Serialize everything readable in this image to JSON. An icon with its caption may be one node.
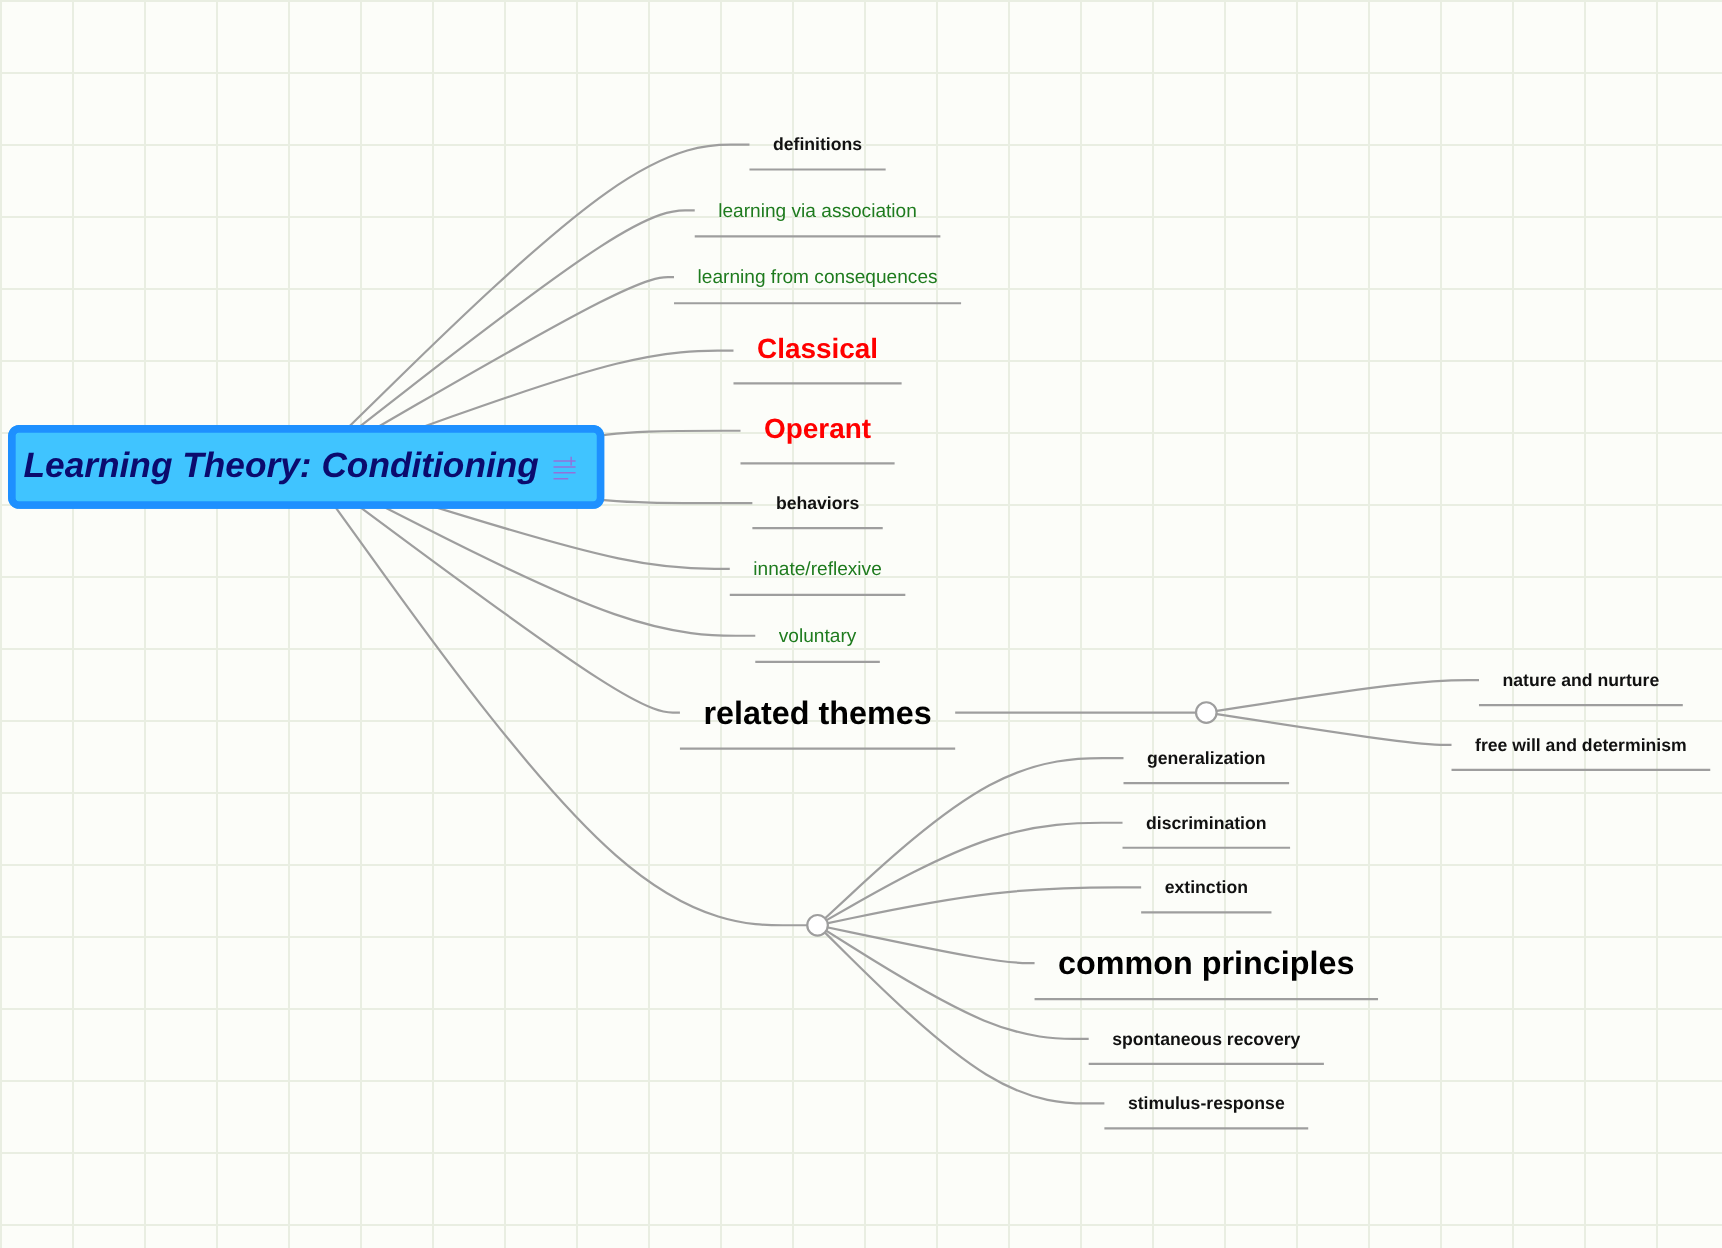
{
  "diagram": {
    "nodes": [
      {
        "text": [
          "Learning Theory: Conditioning"
        ]
      },
      {
        "text": [
          "definitions"
        ]
      },
      {
        "text": [
          "learning via association"
        ]
      },
      {
        "text": [
          "learning from consequences"
        ]
      },
      {
        "text": [
          "Classical"
        ]
      },
      {
        "text": [
          "Operant"
        ]
      },
      {
        "text": [
          "behaviors"
        ]
      },
      {
        "text": [
          "innate/reflexive"
        ]
      },
      {
        "text": [
          "voluntary"
        ]
      },
      {
        "text": [
          "nature and nurture"
        ]
      },
      {
        "text": [
          "related themes"
        ]
      },
      {
        "text": [
          "free will and determinism"
        ]
      },
      {
        "text": [],
        "shape": "circle"
      },
      {
        "text": [
          "generalization"
        ]
      },
      {
        "text": [
          "discrimination"
        ]
      },
      {
        "text": [
          "extinction"
        ]
      },
      {
        "text": [
          "common principles"
        ]
      },
      {
        "text": [
          "spontaneous recovery"
        ]
      },
      {
        "text": [],
        "shape": "circle"
      },
      {
        "text": [
          "stimulus-response"
        ]
      }
    ],
    "edges": [
      {
        "from": 0,
        "to": 1,
        "arrow": "none"
      },
      {
        "from": 0,
        "to": 2,
        "arrow": "none"
      },
      {
        "from": 0,
        "to": 3,
        "arrow": "none"
      },
      {
        "from": 0,
        "to": 4,
        "arrow": "none"
      },
      {
        "from": 0,
        "to": 5,
        "arrow": "none"
      },
      {
        "from": 0,
        "to": 6,
        "arrow": "none"
      },
      {
        "from": 0,
        "to": 7,
        "arrow": "none"
      },
      {
        "from": 0,
        "to": 8,
        "arrow": "none"
      },
      {
        "from": 0,
        "to": 10,
        "arrow": "none"
      },
      {
        "from": 10,
        "to": 12,
        "arrow": "none"
      },
      {
        "from": 12,
        "to": 9,
        "arrow": "none"
      },
      {
        "from": 12,
        "to": 11,
        "arrow": "none"
      },
      {
        "from": 0,
        "to": 18,
        "arrow": "none"
      },
      {
        "from": 18,
        "to": 16,
        "arrow": "none"
      },
      {
        "from": 18,
        "to": 13,
        "arrow": "none"
      },
      {
        "from": 18,
        "to": 14,
        "arrow": "none"
      },
      {
        "from": 18,
        "to": 15,
        "arrow": "none"
      },
      {
        "from": 18,
        "to": 17,
        "arrow": "none"
      },
      {
        "from": 18,
        "to": 19,
        "arrow": "none"
      }
    ]
  }
}
